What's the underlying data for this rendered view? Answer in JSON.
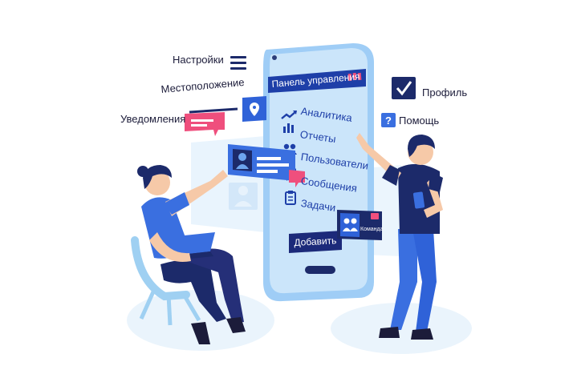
{
  "floating_labels": {
    "settings": "Настройки",
    "location": "Местоположение",
    "notifications": "Уведомления",
    "profile": "Профиль",
    "help": "Помощь"
  },
  "phone": {
    "header_title": "Панель управления",
    "menu": [
      {
        "label": "Аналитика",
        "icon": "trend-icon"
      },
      {
        "label": "Отчеты",
        "icon": "bar-chart-icon"
      },
      {
        "label": "Пользователи",
        "icon": "users-icon"
      },
      {
        "label": "Сообщения",
        "icon": "chat-icon"
      },
      {
        "label": "Задачи",
        "icon": "clipboard-icon"
      }
    ],
    "add_button": "Добавить",
    "team_card": "Команда"
  },
  "colors": {
    "phone_body": "#8fc4f5",
    "phone_screen": "#d6ecfb",
    "primary_blue": "#3a6fe0",
    "navy": "#1c1c5a",
    "pink": "#ef4f7d",
    "light_blue": "#b9ddf7"
  }
}
